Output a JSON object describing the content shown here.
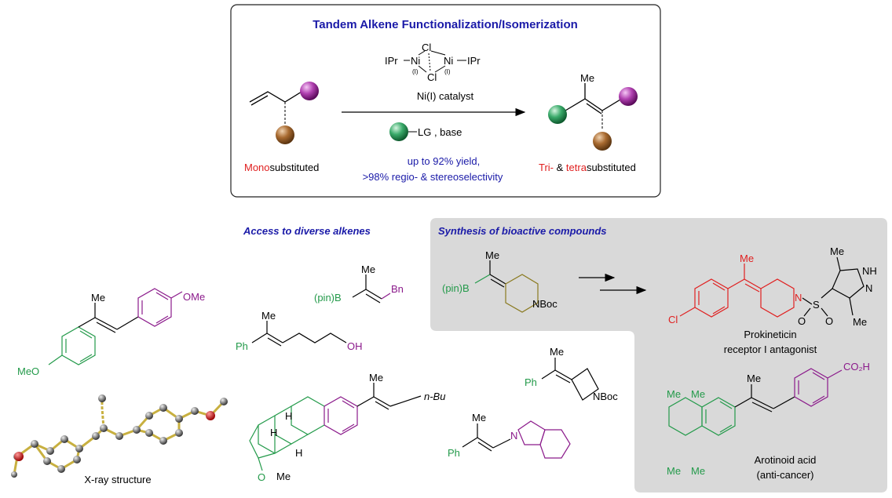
{
  "header_box": {
    "title": "Tandem Alkene Functionalization/Isomerization",
    "catalyst": {
      "ipr_left": "IPr",
      "ipr_right": "IPr",
      "ni": "Ni",
      "cl": "Cl",
      "ox": "(I)",
      "label": "Ni(I) catalyst"
    },
    "reagent": "LG , base",
    "yield_line1": "up to 92% yield,",
    "yield_line2": ">98% regio- & stereoselectivity",
    "start_label_red": "Mono",
    "start_label_black": "substituted",
    "product_label_red1": "Tri-",
    "product_label_mid": " & ",
    "product_label_red2": "tetra",
    "product_label_black": "substituted",
    "product_me": "Me"
  },
  "sections": {
    "diverse": "Access to diverse alkenes",
    "bioactive": "Synthesis of bioactive compounds"
  },
  "structures": {
    "stilbene": {
      "me": "Me",
      "ome": "OMe",
      "meo": "MeO"
    },
    "xray_label": "X-ray structure",
    "boronate": {
      "me": "Me",
      "pinb": "(pin)B",
      "bn": "Bn"
    },
    "alcohol": {
      "me": "Me",
      "ph": "Ph",
      "oh": "OH"
    },
    "steroid": {
      "me_top": "Me",
      "nbu": "n-Bu",
      "h1": "H",
      "h2": "H",
      "h3": "H",
      "o": "O",
      "me": "Me"
    },
    "azetidine": {
      "me": "Me",
      "ph": "Ph",
      "nboc": "NBoc"
    },
    "indole": {
      "me": "Me",
      "ph": "Ph",
      "n": "N"
    },
    "piperidine": {
      "me": "Me",
      "pinb": "(pin)B",
      "nboc": "NBoc"
    },
    "prokineticin": {
      "me": "Me",
      "cl": "Cl",
      "n": "N",
      "s": "S",
      "o": "O",
      "nh": "NH",
      "n2": "N",
      "me2": "Me",
      "me3": "Me",
      "label1": "Prokineticin",
      "label2": "receptor I antagonist"
    },
    "arotinoid": {
      "me": "Me",
      "co2h": "CO₂H",
      "label1": "Arotinoid acid",
      "label2": "(anti-cancer)"
    }
  },
  "colors": {
    "title": "#1a1aa8",
    "red": "#e02020",
    "green": "#239a4a",
    "purple": "#8b1a8b",
    "olive": "#8a7a20",
    "grey_panel": "#d9d9d9"
  }
}
